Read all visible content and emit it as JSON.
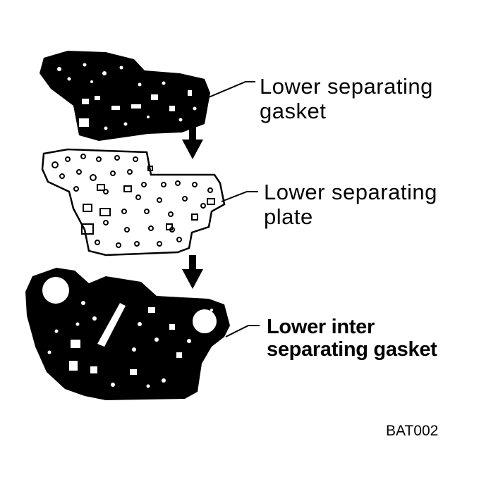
{
  "labels": {
    "top": {
      "line1": "Lower separating",
      "line2": "gasket"
    },
    "middle": {
      "line1": "Lower separating",
      "line2": "plate"
    },
    "bottom": {
      "line1": "Lower inter",
      "line2": "separating gasket"
    }
  },
  "figure_code": "BAT002",
  "colors": {
    "ink": "#000000",
    "paper": "#ffffff"
  }
}
